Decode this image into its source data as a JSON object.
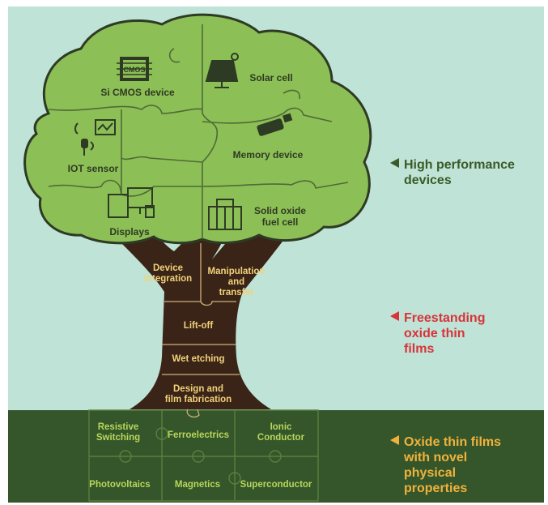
{
  "crown": {
    "si_cmos": "Si CMOS device",
    "cmos_chip": "CMOS",
    "solar_cell": "Solar cell",
    "iot_sensor": "IOT sensor",
    "memory_device": "Memory device",
    "displays": "Displays",
    "sofc": "Solid oxide\nfuel cell"
  },
  "trunk": {
    "device_integration": "Device\nintegration",
    "manipulation": "Manipulation\nand\ntransfer",
    "lift_off": "Lift-off",
    "wet_etching": "Wet etching",
    "design": "Design and\nfilm fabrication"
  },
  "roots": {
    "resistive": "Resistive\nSwitching",
    "ferroelectrics": "Ferroelectrics",
    "ionic": "Ionic\nConductor",
    "photovoltaics": "Photovoltaics",
    "magnetics": "Magnetics",
    "superconductor": "Superconductor"
  },
  "side_labels": {
    "high_performance": "High performance\ndevices",
    "freestanding": "Freestanding\noxide thin\nfilms",
    "oxide_films": "Oxide thin films\nwith novel\nphysical\nproperties"
  },
  "colors": {
    "sky": "#bfe3d6",
    "ground": "#35562b",
    "crown": "#8dbf57",
    "trunk": "#3a2418",
    "dark_green_text": "#3a5a27",
    "red_text": "#d8333a",
    "gold_text": "#f0b23c"
  }
}
